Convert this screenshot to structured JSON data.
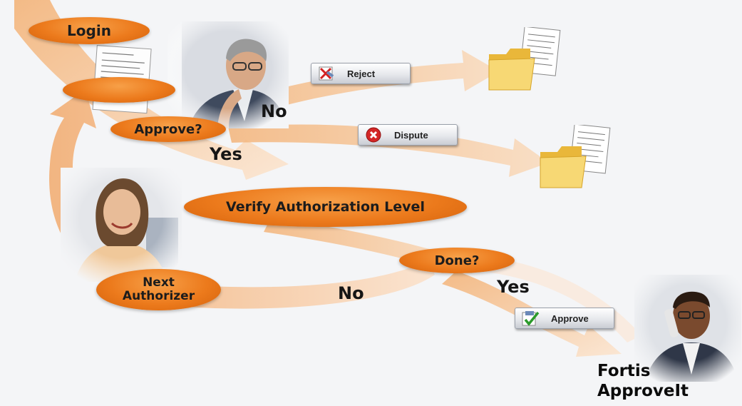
{
  "flow": {
    "login": "Login",
    "approve_question": "Approve?",
    "no_top": "No",
    "yes_top": "Yes",
    "verify": "Verify Authorization Level",
    "done_question": "Done?",
    "yes_bottom": "Yes",
    "no_bottom": "No",
    "next_authorizer_line1": "Next",
    "next_authorizer_line2": "Authorizer"
  },
  "buttons": {
    "reject": "Reject",
    "dispute": "Dispute",
    "approve": "Approve"
  },
  "brand": {
    "line1": "Fortis",
    "line2": "ApproveIt"
  },
  "colors": {
    "accent_orange": "#ec7a1c",
    "arrow_peach": "#f6c89a",
    "background": "#f4f5f7"
  }
}
